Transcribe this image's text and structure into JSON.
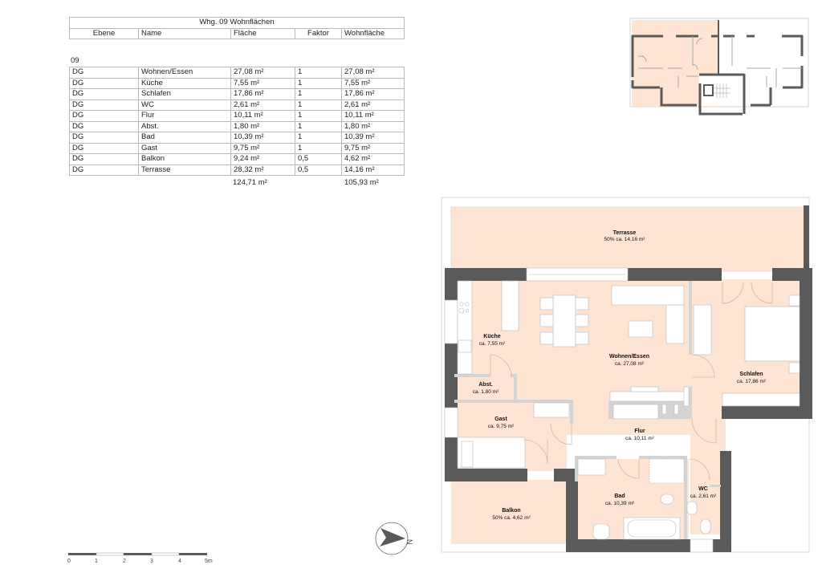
{
  "table": {
    "title": "Whg. 09 Wohnflächen",
    "columns": [
      "Ebene",
      "Name",
      "Fläche",
      "Faktor",
      "Wohnfläche"
    ],
    "apartment_id": "09",
    "rows": [
      {
        "ebene": "DG",
        "name": "Wohnen/Essen",
        "flaeche": "27,08 m²",
        "faktor": "1",
        "wohnflaeche": "27,08 m²"
      },
      {
        "ebene": "DG",
        "name": "Küche",
        "flaeche": "7,55 m²",
        "faktor": "1",
        "wohnflaeche": "7,55 m²"
      },
      {
        "ebene": "DG",
        "name": "Schlafen",
        "flaeche": "17,86 m²",
        "faktor": "1",
        "wohnflaeche": "17,86 m²"
      },
      {
        "ebene": "DG",
        "name": "WC",
        "flaeche": "2,61 m²",
        "faktor": "1",
        "wohnflaeche": "2,61 m²"
      },
      {
        "ebene": "DG",
        "name": "Flur",
        "flaeche": "10,11 m²",
        "faktor": "1",
        "wohnflaeche": "10,11 m²"
      },
      {
        "ebene": "DG",
        "name": "Abst.",
        "flaeche": "1,80 m²",
        "faktor": "1",
        "wohnflaeche": "1,80 m²"
      },
      {
        "ebene": "DG",
        "name": "Bad",
        "flaeche": "10,39 m²",
        "faktor": "1",
        "wohnflaeche": "10,39 m²"
      },
      {
        "ebene": "DG",
        "name": "Gast",
        "flaeche": "9,75 m²",
        "faktor": "1",
        "wohnflaeche": "9,75 m²"
      },
      {
        "ebene": "DG",
        "name": "Balkon",
        "flaeche": "9,24 m²",
        "faktor": "0,5",
        "wohnflaeche": "4,62 m²"
      },
      {
        "ebene": "DG",
        "name": "Terrasse",
        "flaeche": "28,32 m²",
        "faktor": "0,5",
        "wohnflaeche": "14,16 m²"
      }
    ],
    "total_flaeche": "124,71 m²",
    "total_wohnflaeche": "105,93 m²"
  },
  "plan": {
    "colors": {
      "room_fill": "#fde4d3",
      "wall": "#5a5a5a",
      "inner_wall": "#d4d4d4",
      "furniture": "#ffffff",
      "line": "#b8b8b8"
    },
    "rooms": {
      "terrasse": {
        "name": "Terrasse",
        "area": "50% ca. 14,16 m²"
      },
      "kueche": {
        "name": "Küche",
        "area": "ca. 7,55 m²"
      },
      "wohnen": {
        "name": "Wohnen/Essen",
        "area": "ca. 27,08 m²"
      },
      "schlafen": {
        "name": "Schlafen",
        "area": "ca. 17,86 m²"
      },
      "abst": {
        "name": "Abst.",
        "area": "ca. 1,80 m²"
      },
      "gast": {
        "name": "Gast",
        "area": "ca. 9,75 m²"
      },
      "flur": {
        "name": "Flur",
        "area": "ca. 10,11 m²"
      },
      "bad": {
        "name": "Bad",
        "area": "ca. 10,39 m²"
      },
      "wc": {
        "name": "WC",
        "area": "ca. 2,61 m²"
      },
      "balkon": {
        "name": "Balkon",
        "area": "50% ca. 4,62 m²"
      }
    }
  },
  "north_arrow": {
    "label": "N"
  },
  "scale_bar": {
    "ticks": [
      "0",
      "1",
      "2",
      "3",
      "4",
      "5m"
    ]
  }
}
